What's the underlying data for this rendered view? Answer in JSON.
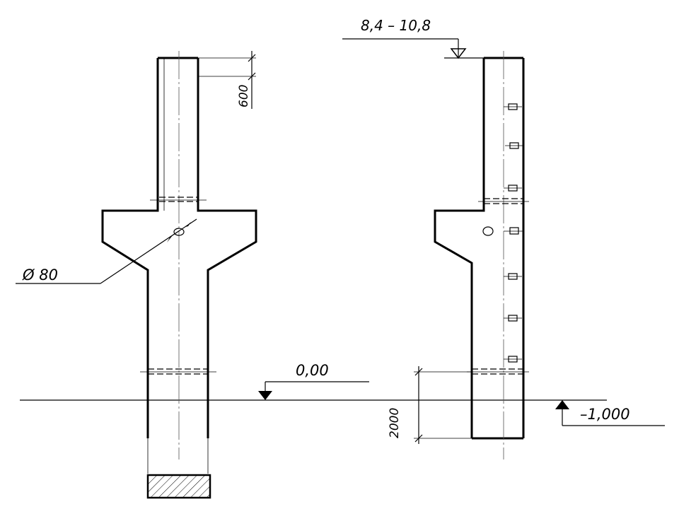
{
  "labels": {
    "top_level": "8,4 – 10,8",
    "zero_level": "0,00",
    "ground_level": "–1,000",
    "hole_diameter": "Ø 80",
    "dim_600": "600",
    "dim_2000": "2000"
  }
}
